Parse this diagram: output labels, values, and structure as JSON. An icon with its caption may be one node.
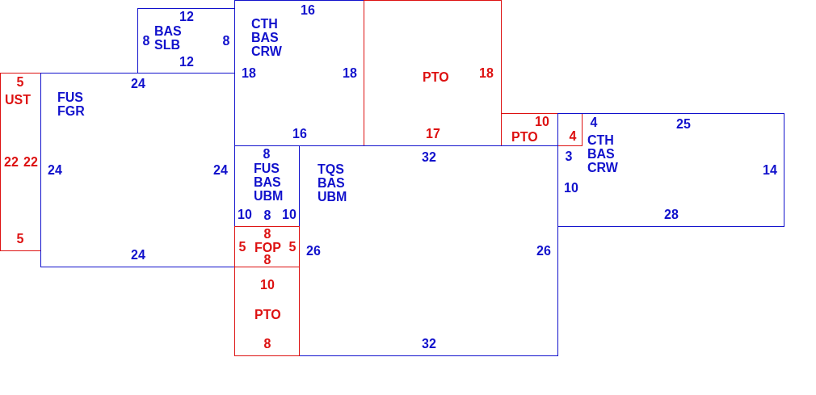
{
  "diagram": {
    "nodes": [
      {
        "text": [
          "5",
          "UST",
          "22",
          "22",
          "5"
        ]
      },
      {
        "text": [
          "FUS FGR",
          "24",
          "24",
          "24",
          "24"
        ]
      },
      {
        "text": [
          "BAS SLB",
          "12",
          "8",
          "8",
          "12"
        ]
      },
      {
        "text": [
          "CTH BAS CRW",
          "16",
          "18",
          "18",
          "16"
        ]
      },
      {
        "text": [
          "PTO",
          "18",
          "17"
        ]
      },
      {
        "text": [
          "10",
          "PTO",
          "4"
        ]
      },
      {
        "text": [
          "4",
          "25",
          "CTH BAS CRW",
          "3",
          "14",
          "10",
          "28"
        ]
      },
      {
        "text": [
          "8",
          "FUS BAS UBM",
          "10",
          "8",
          "10"
        ]
      },
      {
        "text": [
          "TQS BAS UBM",
          "32",
          "26",
          "26",
          "32"
        ]
      },
      {
        "text": [
          "8",
          "5",
          "FOP",
          "5",
          "8"
        ]
      },
      {
        "text": [
          "10",
          "PTO",
          "8"
        ]
      }
    ]
  }
}
